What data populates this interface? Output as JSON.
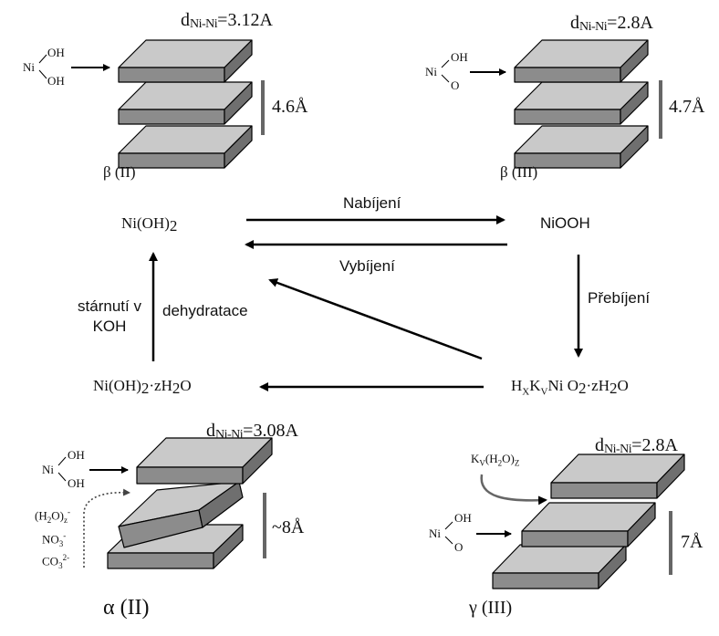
{
  "structures": {
    "beta2": {
      "phase": "β (II)",
      "ligand_top": "OH",
      "ligand_bottom": "OH",
      "metal": "Ni",
      "d_prefix": "d",
      "d_sub": "Ni-Ni",
      "d_value": "=3.12A",
      "spacing": "4.6Å"
    },
    "beta3": {
      "phase": "β (III)",
      "ligand_top": "OH",
      "ligand_bottom": "O",
      "metal": "Ni",
      "d_prefix": "d",
      "d_sub": "Ni-Ni",
      "d_value": "=2.8A",
      "spacing": "4.7Å"
    },
    "alpha2": {
      "phase": "α (II)",
      "ligand_top": "OH",
      "ligand_bottom": "OH",
      "metal": "Ni",
      "d_prefix": "d",
      "d_sub": "Ni-Ni",
      "d_value": "=3.08A",
      "spacing": "~8Å",
      "intercalates": [
        "(H2O)z-",
        "NO3-",
        "CO32-"
      ]
    },
    "gamma3": {
      "phase": "γ (III)",
      "ligand_top": "OH",
      "ligand_bottom": "O",
      "metal": "Ni",
      "d_prefix": "d",
      "d_sub": "Ni-Ni",
      "d_value": "=2.8A",
      "spacing": "7Å",
      "intercalate": "Kv(H2O)z"
    }
  },
  "compounds": {
    "nioh2": "Ni(OH)2",
    "niooh": "NiOOH",
    "nioh2_hydrate": "Ni(OH)2·zH2O",
    "hkni": "HxKvNi O2·zH2O"
  },
  "processes": {
    "charging": "Nabíjení",
    "discharging": "Vybíjení",
    "overcharging": "Přebíjení",
    "aging": "stárnutí v KOH",
    "dehydration": "dehydratace"
  }
}
